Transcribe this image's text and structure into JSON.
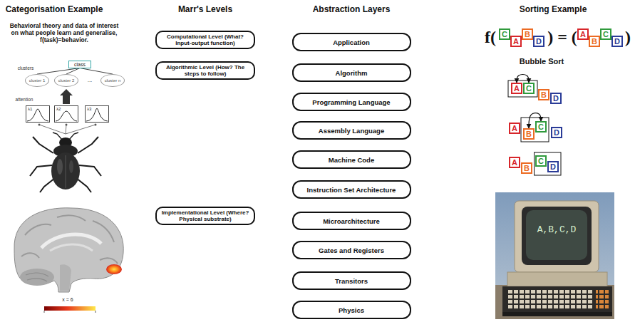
{
  "diagram": {
    "nodes": [
      {
        "text": [
          "class"
        ]
      },
      {
        "text": [
          "cluster 1"
        ]
      },
      {
        "text": [
          "cluster 2"
        ]
      },
      {
        "text": [
          "cluster n"
        ]
      },
      {
        "text": [
          "λ1"
        ]
      },
      {
        "text": [
          "λ2"
        ]
      },
      {
        "text": [
          "λ3"
        ]
      },
      {
        "text": [
          "Computational Level (What? Input-output function)"
        ]
      },
      {
        "text": [
          "Algorithmic Level (How? The steps to follow)"
        ]
      },
      {
        "text": [
          "Implementational Level (Where? Physical substrate)"
        ]
      },
      {
        "text": [
          "Application"
        ]
      },
      {
        "text": [
          "Algorithm"
        ]
      },
      {
        "text": [
          "Programming Language"
        ]
      },
      {
        "text": [
          "Assembly Language"
        ]
      },
      {
        "text": [
          "Machine Code"
        ]
      },
      {
        "text": [
          "Instruction Set Architecture"
        ]
      },
      {
        "text": [
          "Microarchitecture"
        ]
      },
      {
        "text": [
          "Gates and Registers"
        ]
      },
      {
        "text": [
          "Transitors"
        ]
      },
      {
        "text": [
          "Physics"
        ]
      },
      {
        "text": [
          "C"
        ]
      },
      {
        "text": [
          "A"
        ]
      },
      {
        "text": [
          "B"
        ]
      },
      {
        "text": [
          "D"
        ]
      },
      {
        "text": [
          "A"
        ]
      },
      {
        "text": [
          "B"
        ]
      },
      {
        "text": [
          "C"
        ]
      },
      {
        "text": [
          "D"
        ]
      },
      {
        "text": [
          "A"
        ]
      },
      {
        "text": [
          "C"
        ]
      },
      {
        "text": [
          "B"
        ]
      },
      {
        "text": [
          "D"
        ]
      },
      {
        "text": [
          "A"
        ]
      },
      {
        "text": [
          "B"
        ]
      },
      {
        "text": [
          "C"
        ]
      },
      {
        "text": [
          "D"
        ]
      },
      {
        "text": [
          "A"
        ]
      },
      {
        "text": [
          "B"
        ]
      },
      {
        "text": [
          "C"
        ]
      },
      {
        "text": [
          "D"
        ]
      }
    ],
    "edges": [
      {
        "from": 1,
        "to": 0,
        "arrow": "none"
      },
      {
        "from": 2,
        "to": 0,
        "arrow": "none"
      },
      {
        "from": 3,
        "to": 0,
        "arrow": "none"
      },
      {
        "from": 28,
        "to": 29,
        "arrow": "both"
      },
      {
        "from": 33,
        "to": 34,
        "arrow": "both"
      }
    ],
    "labels": [
      "Categorisation Example",
      "Marr's Levels",
      "Abstraction Layers",
      "Sorting Example",
      "Behavioral theory and data of interest on what people learn and generalise, f(task)=behavior.",
      "clusters",
      "...",
      "attention",
      "x = 6",
      "f(",
      ") = (",
      ")",
      "Bubble Sort",
      "A,B,C,D"
    ]
  }
}
